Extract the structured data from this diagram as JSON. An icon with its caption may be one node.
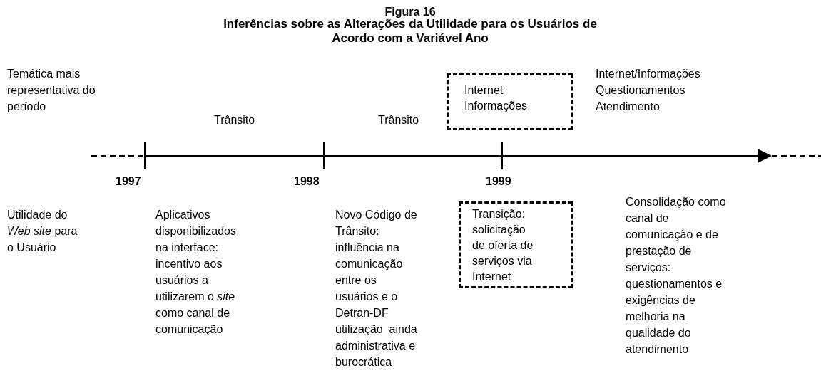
{
  "diagram": {
    "title": "Inferências sobre as Alterações da Utilidade para os Usuários de Acordo com a Variável Ano",
    "nodes": [
      {
        "text": [
          "Internet Informações"
        ]
      },
      {
        "text": [
          "Transição: solicitação de oferta de serviços via Internet"
        ]
      }
    ],
    "labels": [
      "Figura 16",
      "Temática mais representativa do período",
      "Trânsito",
      "Trânsito",
      "Internet/Informações Questionamentos Atendimento",
      "1997",
      "1998",
      "1999",
      "Utilidade do *Web site* para o Usuário",
      "Aplicativos disponibilizados na interface: incentivo aos usuários a utilizarem o *site* como canal de comunicação",
      "Novo Código de Trânsito: influência na comunicação entre os usuários e o Detran-DF utilização  ainda administrativa e burocrática",
      "Consolidação como canal de comunicação e de prestação de serviços: questionamentos e exigências de melhoria na qualidade do atendimento"
    ]
  }
}
